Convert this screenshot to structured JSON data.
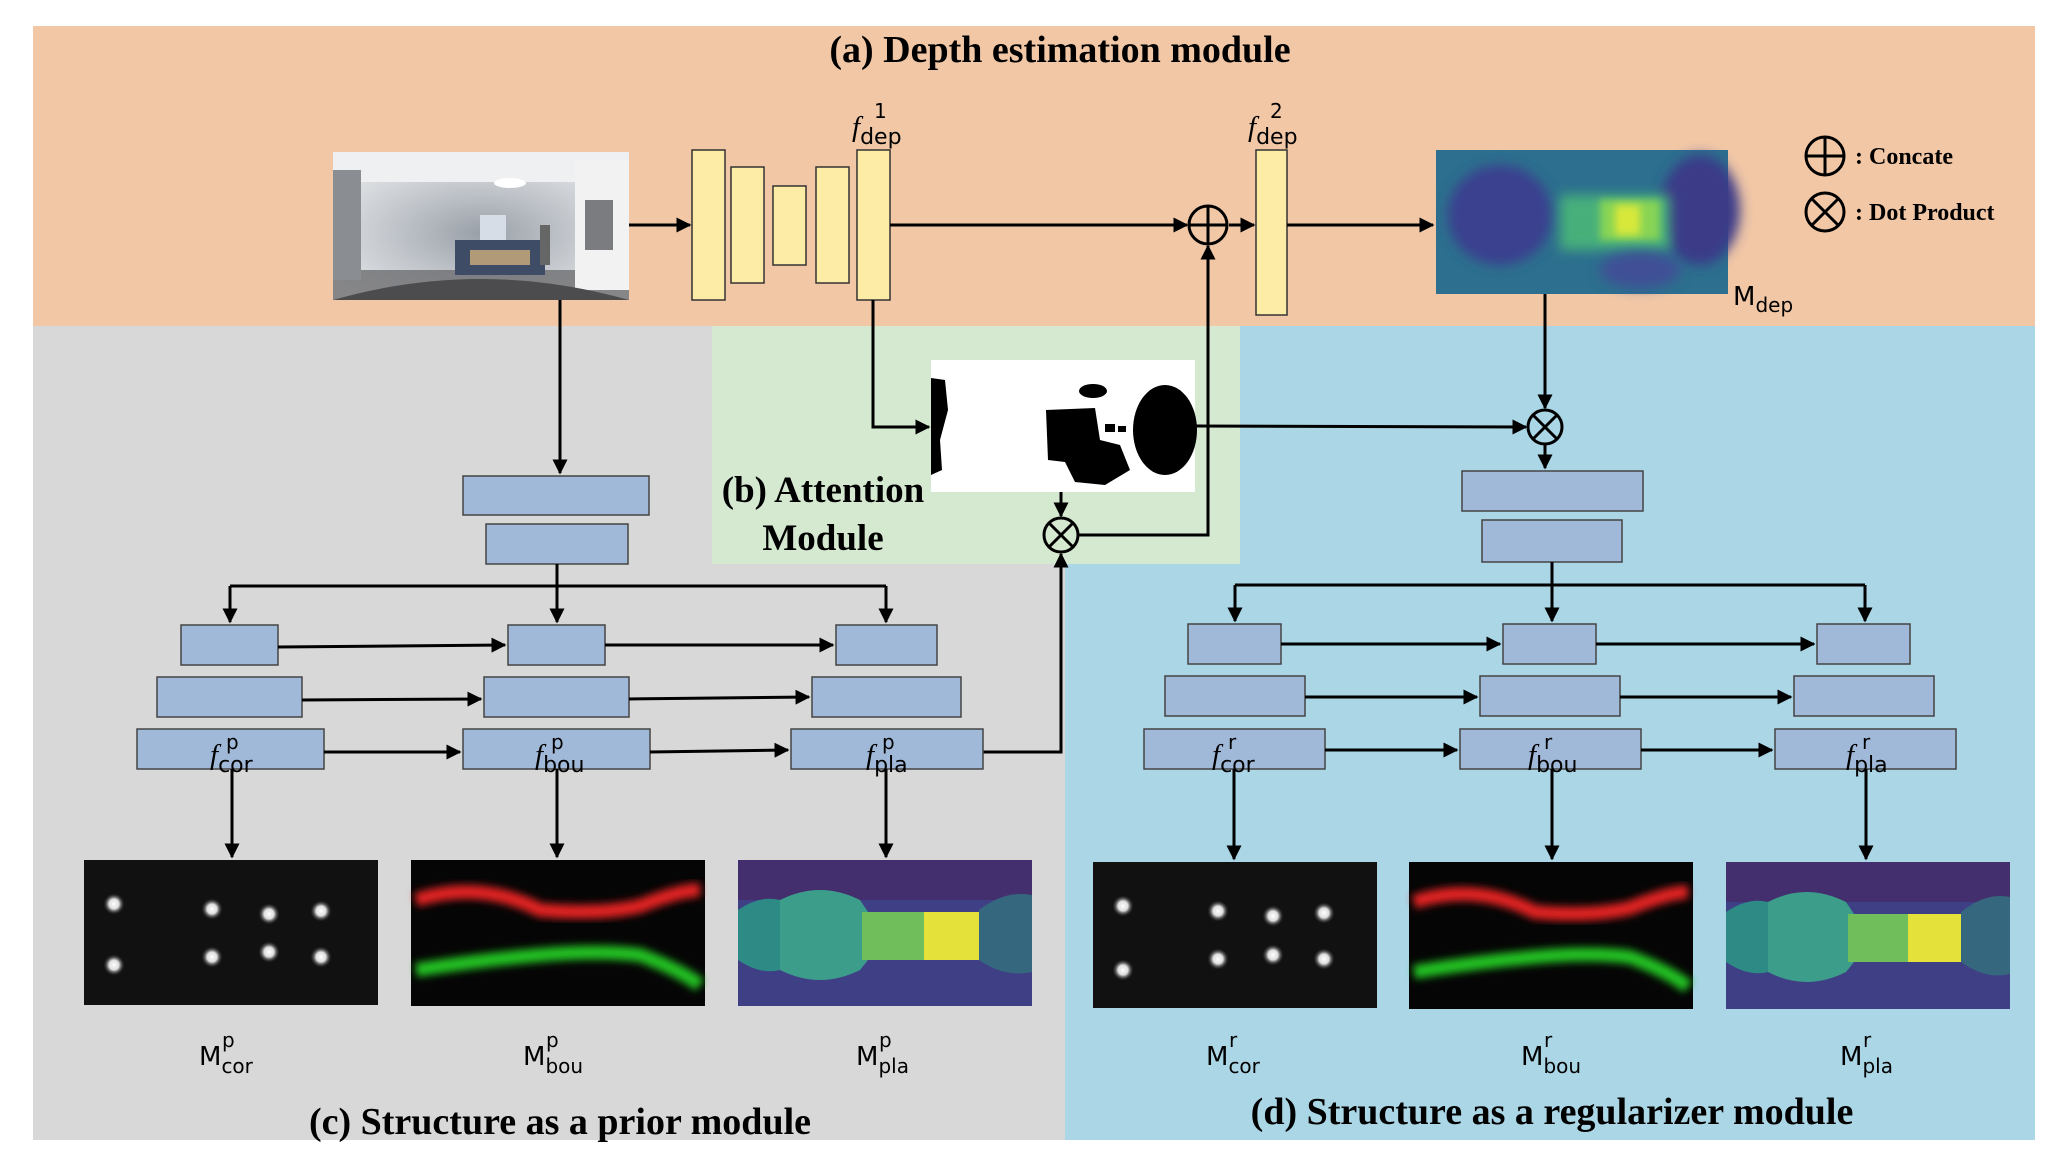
{
  "colors": {
    "depth_bg": "#f1c7a6",
    "prior_bg": "#d8d8d8",
    "attention_bg": "#d5e8d0",
    "regularizer_bg": "#aad6e6",
    "encoder_block": "#fdeca5",
    "structure_block": "#a1b9d9",
    "arrow": "#000000"
  },
  "depth_module": {
    "title": "(a) Depth estimation module",
    "feature1": {
      "base": "f",
      "sub": "dep",
      "sup": "1"
    },
    "feature2": {
      "base": "f",
      "sub": "dep",
      "sup": "2"
    },
    "output_label": {
      "base": "M",
      "sub": "dep"
    }
  },
  "legend": {
    "concat_label": ": Concate",
    "dot_label": ": Dot Product"
  },
  "attention_module": {
    "title_line1": "(b) Attention",
    "title_line2": "Module"
  },
  "prior_module": {
    "title": "(c) Structure as a prior module",
    "features": [
      {
        "base": "f",
        "sub": "cor",
        "sup": "p"
      },
      {
        "base": "f",
        "sub": "bou",
        "sup": "p"
      },
      {
        "base": "f",
        "sub": "pla",
        "sup": "p"
      }
    ],
    "maps": [
      {
        "base": "M",
        "sub": "cor",
        "sup": "p"
      },
      {
        "base": "M",
        "sub": "bou",
        "sup": "p"
      },
      {
        "base": "M",
        "sub": "pla",
        "sup": "p"
      }
    ]
  },
  "regularizer_module": {
    "title": "(d) Structure as a regularizer module",
    "features": [
      {
        "base": "f",
        "sub": "cor",
        "sup": "r"
      },
      {
        "base": "f",
        "sub": "bou",
        "sup": "r"
      },
      {
        "base": "f",
        "sub": "pla",
        "sup": "r"
      }
    ],
    "maps": [
      {
        "base": "M",
        "sub": "cor",
        "sup": "r"
      },
      {
        "base": "M",
        "sub": "bou",
        "sup": "r"
      },
      {
        "base": "M",
        "sub": "pla",
        "sup": "r"
      }
    ]
  }
}
